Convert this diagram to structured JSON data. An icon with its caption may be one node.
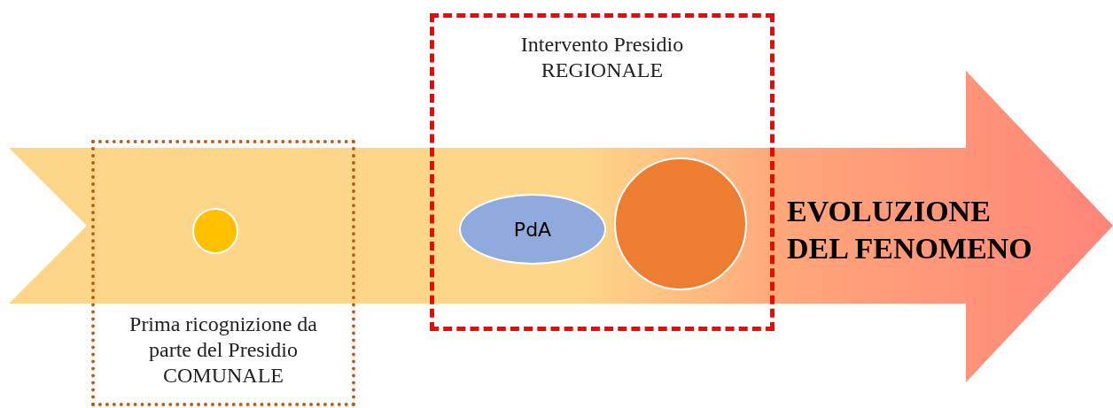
{
  "diagram": {
    "nodes": [
      {
        "text": [
          "EVOLUZIONE DEL FENOMENO"
        ]
      },
      {
        "text": [
          "Prima ricognizione da parte del Presidio COMUNALE"
        ]
      },
      {
        "text": [],
        "shape": "circle",
        "in": 1
      },
      {
        "text": [
          "Intervento Presidio REGIONALE"
        ]
      },
      {
        "text": [
          "PdA"
        ],
        "in": 3
      },
      {
        "text": [],
        "shape": "circle",
        "in": 3
      }
    ]
  }
}
